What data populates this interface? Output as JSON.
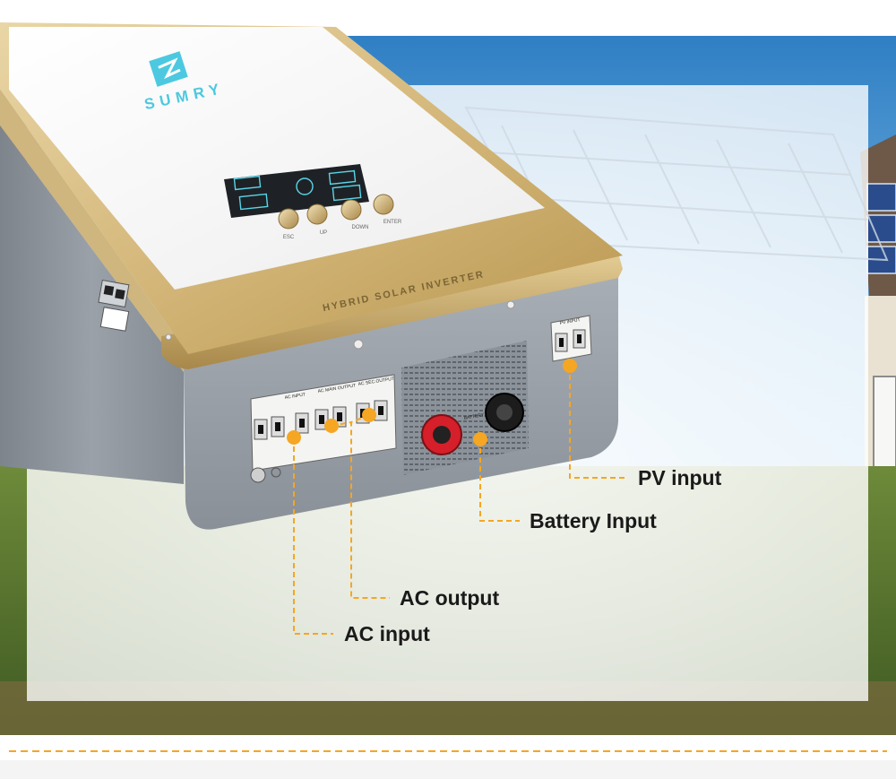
{
  "brand": {
    "logo_text": "SUMRY"
  },
  "device": {
    "face_label": "HYBRID SOLAR INVERTER",
    "buttons": [
      "ESC",
      "UP",
      "DOWN",
      "ENTER"
    ],
    "terminal_groups": [
      "AC INPUT",
      "AC MAIN OUTPUT",
      "AC SEC.OUTPUT"
    ],
    "battery_label": "BATTERY",
    "pv_label": "PV INPUT"
  },
  "callouts": [
    {
      "id": "pv",
      "label": "PV input"
    },
    {
      "id": "battery",
      "label": "Battery Input"
    },
    {
      "id": "acout",
      "label": "AC output"
    },
    {
      "id": "acin",
      "label": "AC input"
    }
  ],
  "colors": {
    "accent": "#F5A623",
    "sky_top": "#2F7FC4",
    "sky_bottom": "#BFE0F5",
    "gold": "#D8BE84",
    "body_gray": "#8D949C",
    "logo_cyan": "#4CC9E0"
  }
}
